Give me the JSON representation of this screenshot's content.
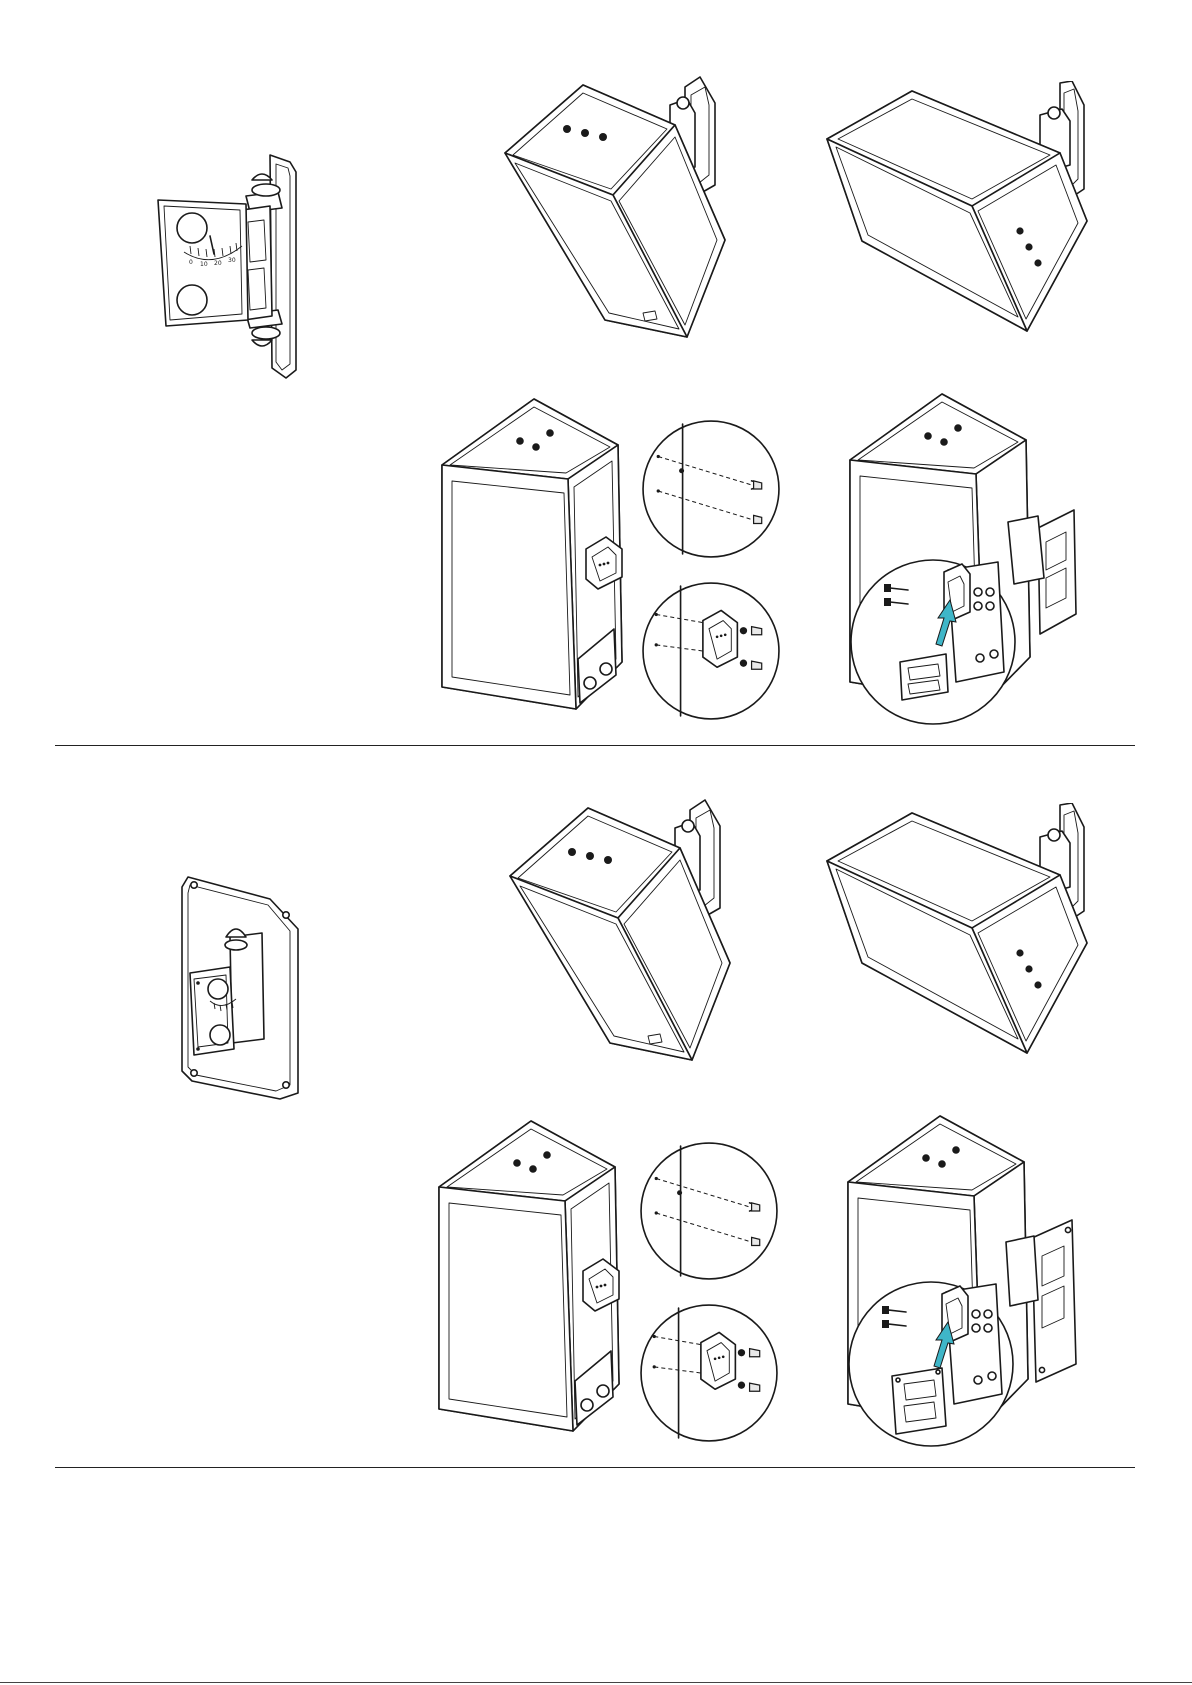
{
  "bracket_scale": {
    "tick_labels": [
      "0",
      "10",
      "20",
      "30"
    ]
  },
  "colors": {
    "line": "#1a1a1a",
    "paper": "#ffffff",
    "arrow": "#3fb6c8"
  },
  "sections": [
    {
      "id": "section-1",
      "bracket": "wall-bracket-compact"
    },
    {
      "id": "section-2",
      "bracket": "wall-bracket-plate"
    }
  ]
}
